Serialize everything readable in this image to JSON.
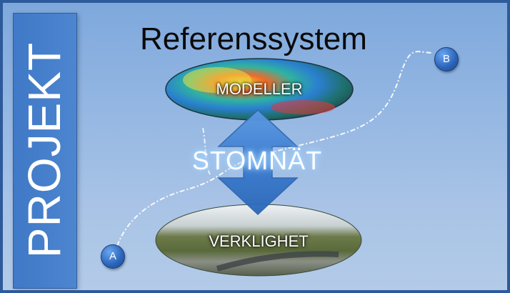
{
  "sidebar": {
    "label": "PROJEKT"
  },
  "title": "Referenssystem",
  "top_ellipse": {
    "label": "MODELLER"
  },
  "center": {
    "label": "STOMNÄT"
  },
  "bottom_ellipse": {
    "label": "VERKLIGHET"
  },
  "points": {
    "start": "A",
    "end": "B"
  },
  "colors": {
    "background": "#93b6e2",
    "sidebar": "#4d85cf",
    "arrow": "#3a7bd0",
    "badge": "#2a63b8"
  }
}
